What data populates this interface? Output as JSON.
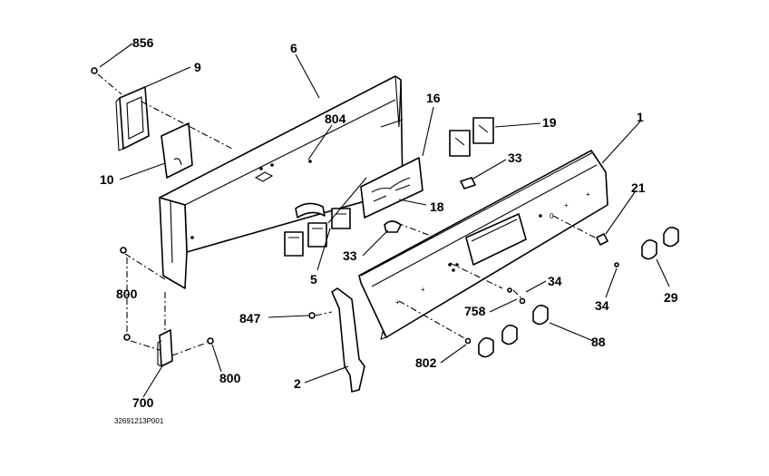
{
  "diagram": {
    "callouts": {
      "c856": "856",
      "c9": "9",
      "c6": "6",
      "c16": "16",
      "c804": "804",
      "c19": "19",
      "c1": "1",
      "c10": "10",
      "c33a": "33",
      "c18": "18",
      "c21": "21",
      "c33b": "33",
      "c5": "5",
      "c34a": "34",
      "c34b": "34",
      "c29": "29",
      "c800a": "800",
      "c847": "847",
      "c758": "758",
      "c88": "88",
      "c802": "802",
      "c800b": "800",
      "c2": "2",
      "c700": "700"
    },
    "footer_code": "32691213P001"
  }
}
